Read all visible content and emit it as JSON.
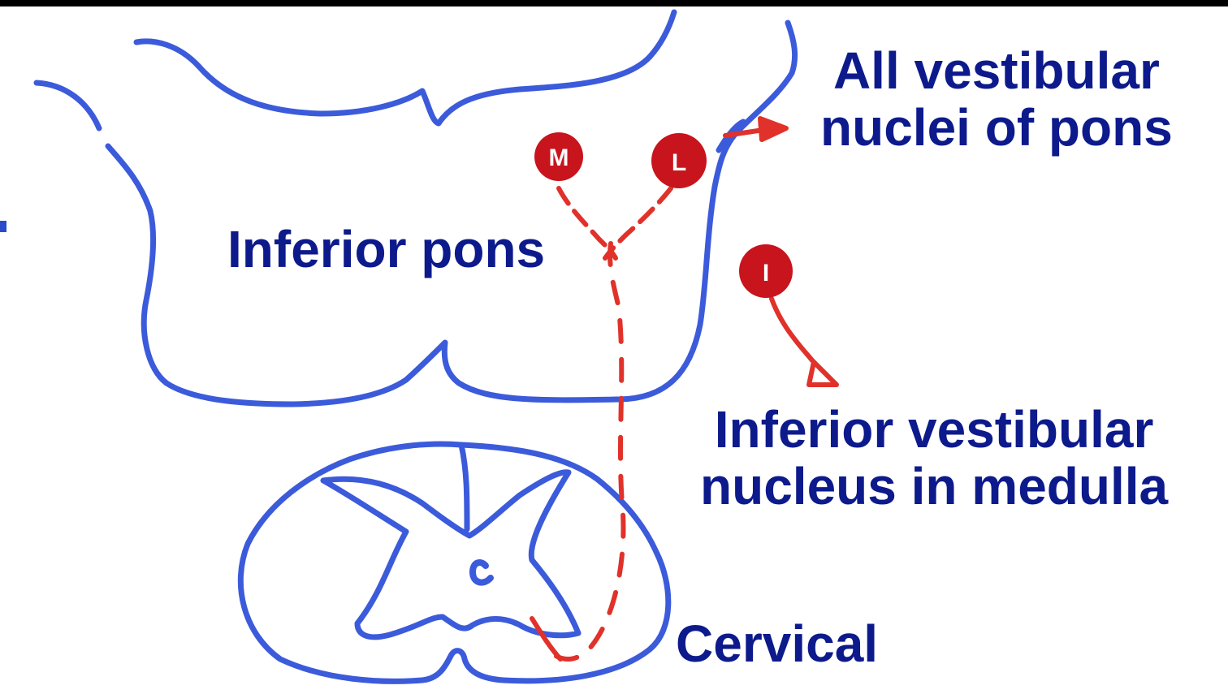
{
  "labels": {
    "pons": "Inferior pons",
    "all_vestibular_line1": "All vestibular",
    "all_vestibular_line2": "nuclei of pons",
    "inferior_vestibular_line1": "Inferior vestibular",
    "inferior_vestibular_line2": "nucleus in medulla",
    "cervical": "Cervical"
  },
  "nuclei": {
    "medial": "M",
    "lateral": "L",
    "inferior": "I"
  },
  "colors": {
    "background": "#000000",
    "board": "#ffffff",
    "outline": "#3b5bdb",
    "tract": "#e0322a",
    "nucleus": "#c8141c",
    "text": "#0d1a8c"
  }
}
